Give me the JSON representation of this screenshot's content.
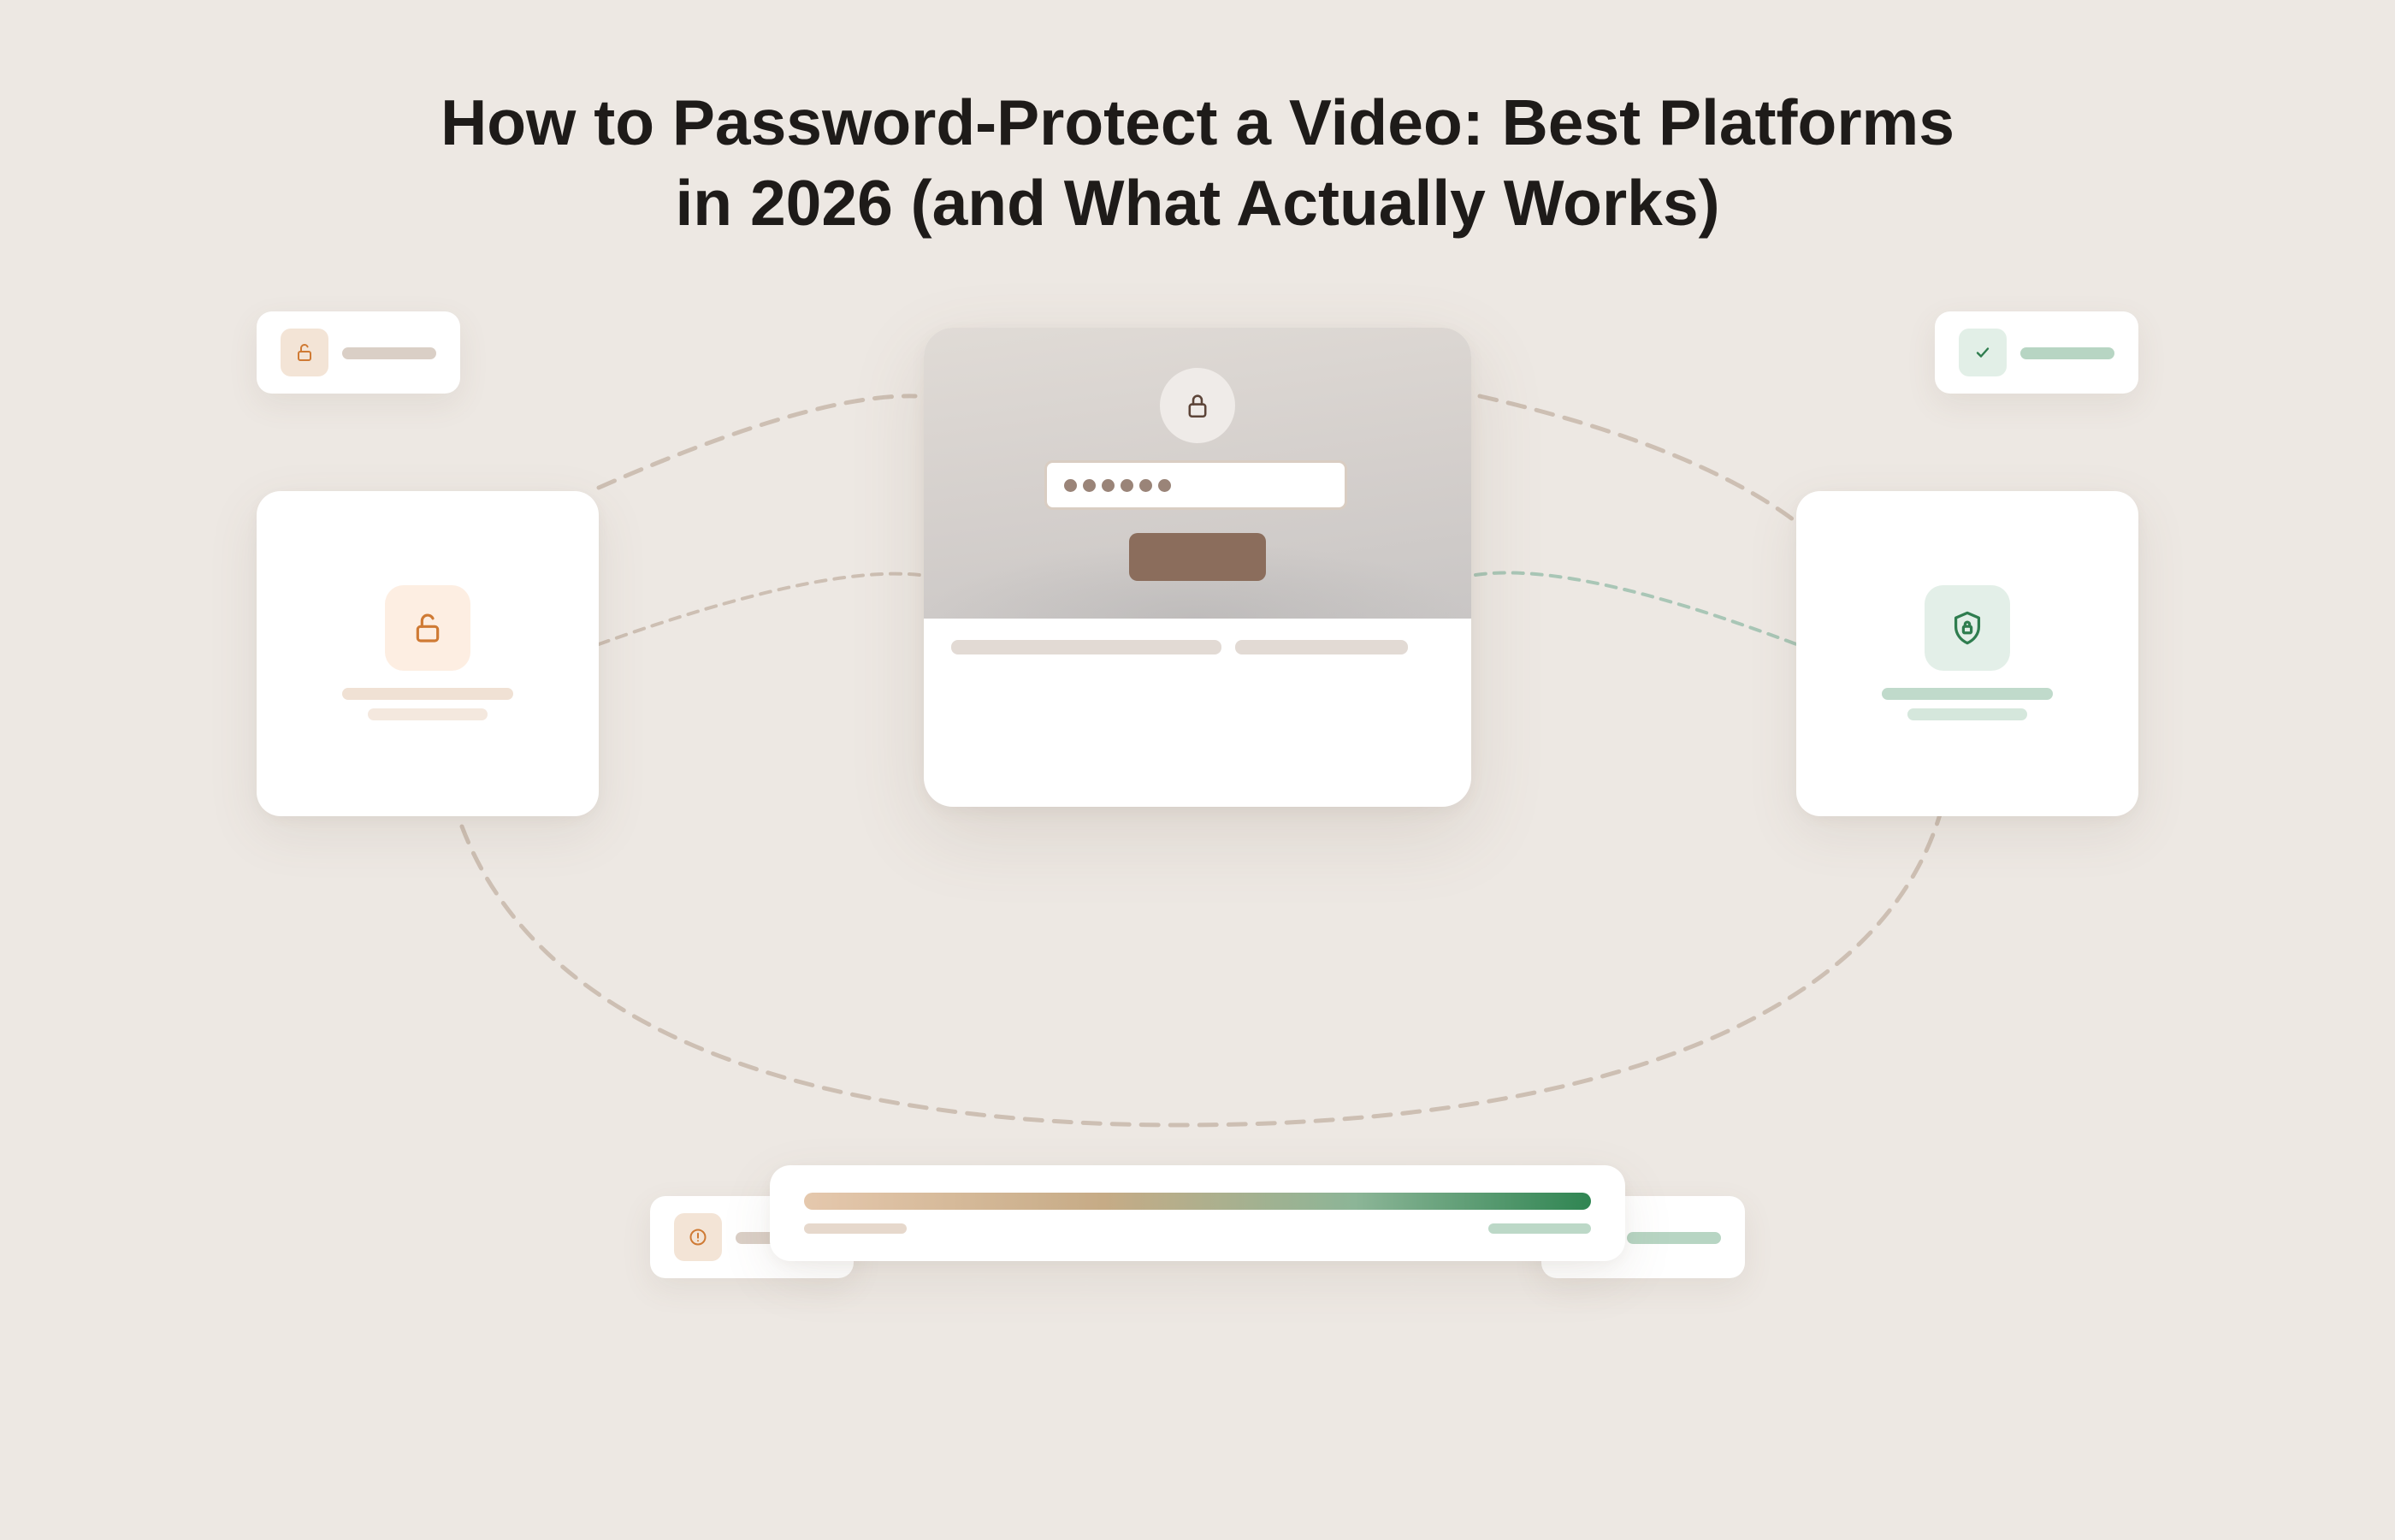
{
  "title": {
    "line1": "How to Password-Protect a Video: Best Platforms",
    "line2": "in 2026 (and What Actually Works)"
  },
  "icons": {
    "unlocked": "unlocked-padlock-icon",
    "check": "checkmark-icon",
    "locked": "padlock-icon",
    "shield": "shield-lock-icon",
    "alert": "alert-circle-icon"
  },
  "password_field": {
    "masked_length": 6
  },
  "progress": {
    "gradient_from": "#e5c8ad",
    "gradient_to": "#2f8552"
  },
  "colors": {
    "background": "#ede8e3",
    "warning_accent": "#cf7a34",
    "success_accent": "#2f7d4f",
    "button": "#8b6d5c",
    "connector": "#cdbfb3",
    "connector_green": "#a9c6b6"
  }
}
